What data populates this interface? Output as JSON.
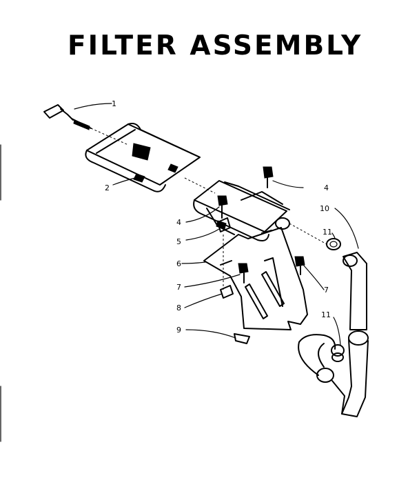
{
  "title": "FILTER ASSEMBLY",
  "callouts": {
    "c1": "1",
    "c2": "2",
    "c4a": "4",
    "c4b": "4",
    "c5": "5",
    "c6": "6",
    "c7a": "7",
    "c7b": "7",
    "c8": "8",
    "c9": "9",
    "c10": "10",
    "c11a": "11",
    "c11b": "11"
  }
}
